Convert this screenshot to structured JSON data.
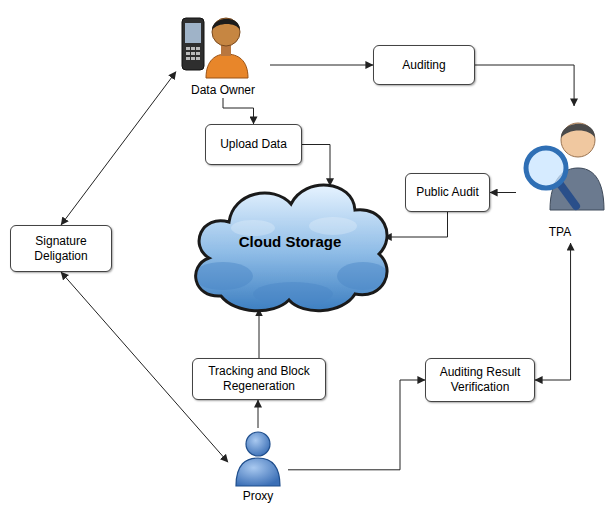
{
  "diagram": {
    "nodes": [
      {
        "text": [
          "Data Owner"
        ]
      },
      {
        "text": [
          "Auditing"
        ]
      },
      {
        "text": [
          "Upload Data"
        ]
      },
      {
        "text": [
          "Public Audit"
        ]
      },
      {
        "text": [
          "TPA"
        ]
      },
      {
        "text": [
          "Signature Deligation"
        ]
      },
      {
        "text": [
          "Cloud Storage"
        ]
      },
      {
        "text": [
          "Tracking and Block Regeneration"
        ]
      },
      {
        "text": [
          "Auditing Result Verification"
        ]
      },
      {
        "text": [
          "Proxy"
        ]
      }
    ],
    "edges": [
      {
        "from": 0,
        "to": 1,
        "arrow": "to"
      },
      {
        "from": 1,
        "to": 4,
        "arrow": "to"
      },
      {
        "from": 0,
        "to": 2,
        "arrow": "to"
      },
      {
        "from": 2,
        "to": 6,
        "arrow": "to"
      },
      {
        "from": 4,
        "to": 3,
        "arrow": "to"
      },
      {
        "from": 3,
        "to": 6,
        "arrow": "to"
      },
      {
        "from": 0,
        "to": 5,
        "arrow": "both"
      },
      {
        "from": 5,
        "to": 9,
        "arrow": "both"
      },
      {
        "from": 9,
        "to": 7,
        "arrow": "to"
      },
      {
        "from": 7,
        "to": 6,
        "arrow": "to"
      },
      {
        "from": 9,
        "to": 8,
        "arrow": "to"
      },
      {
        "from": 8,
        "to": 4,
        "arrow": "both"
      }
    ]
  }
}
